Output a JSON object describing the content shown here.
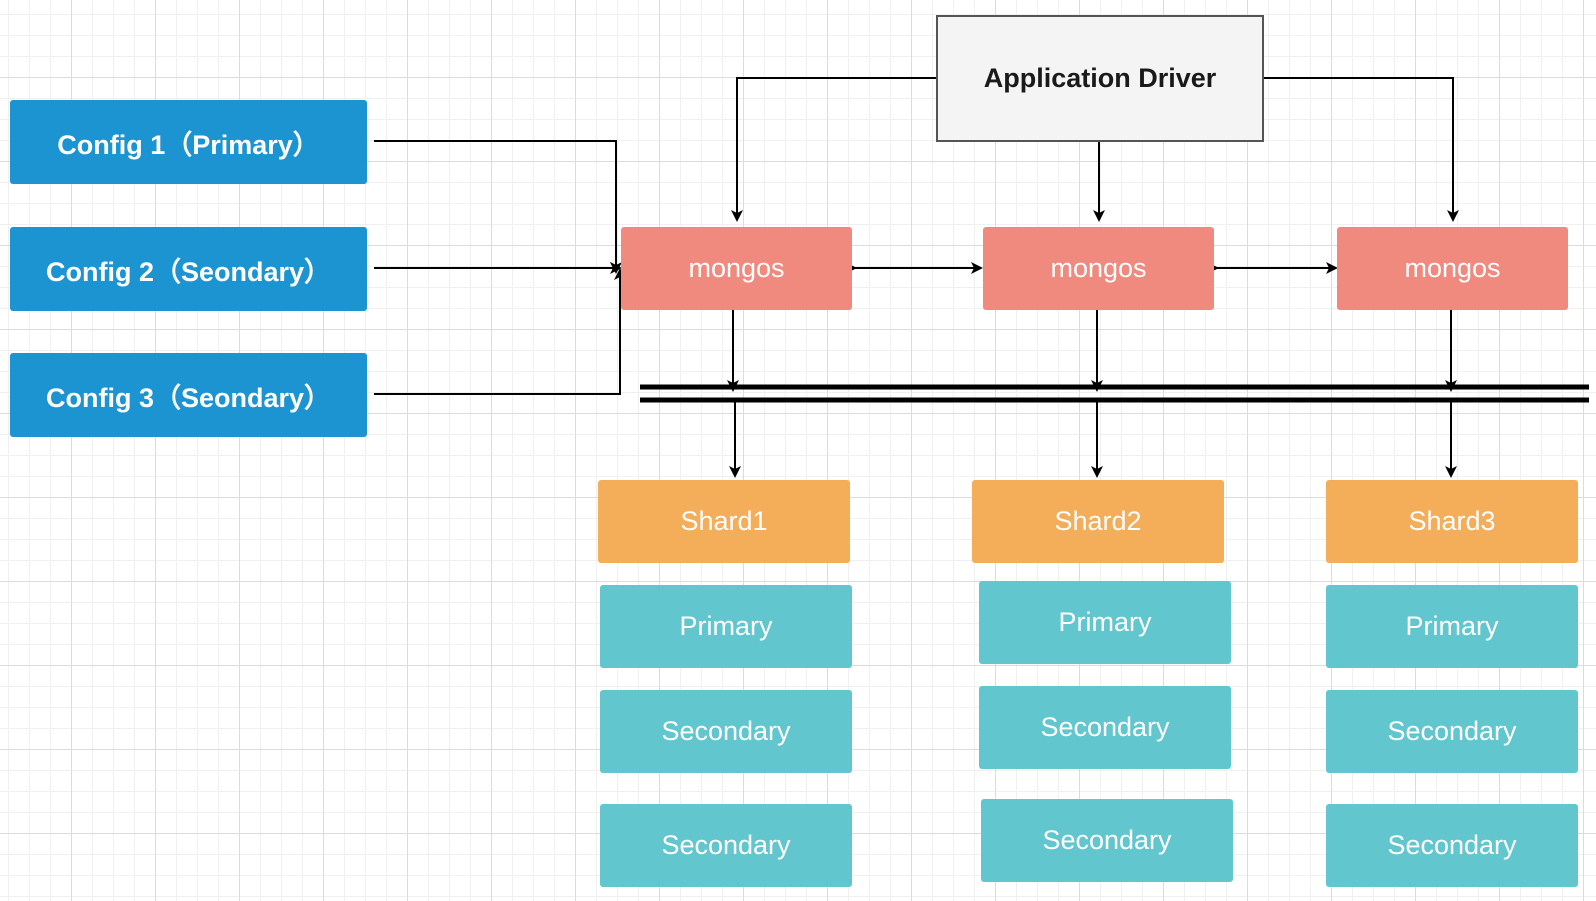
{
  "app_driver": {
    "label": "Application Driver"
  },
  "config_servers": [
    {
      "label": "Config 1（Primary）"
    },
    {
      "label": "Config 2（Seondary）"
    },
    {
      "label": "Config 3（Seondary）"
    }
  ],
  "mongos": [
    {
      "label": "mongos"
    },
    {
      "label": "mongos"
    },
    {
      "label": "mongos"
    }
  ],
  "shards": [
    {
      "label": "Shard1",
      "members": [
        "Primary",
        "Secondary",
        "Secondary"
      ]
    },
    {
      "label": "Shard2",
      "members": [
        "Primary",
        "Secondary",
        "Secondary"
      ]
    },
    {
      "label": "Shard3",
      "members": [
        "Primary",
        "Secondary",
        "Secondary"
      ]
    }
  ],
  "colors": {
    "config": "#1c94d2",
    "mongos": "#f08a7e",
    "shard": "#f4ad58",
    "member": "#62c6ce",
    "app": "#f4f4f4"
  }
}
